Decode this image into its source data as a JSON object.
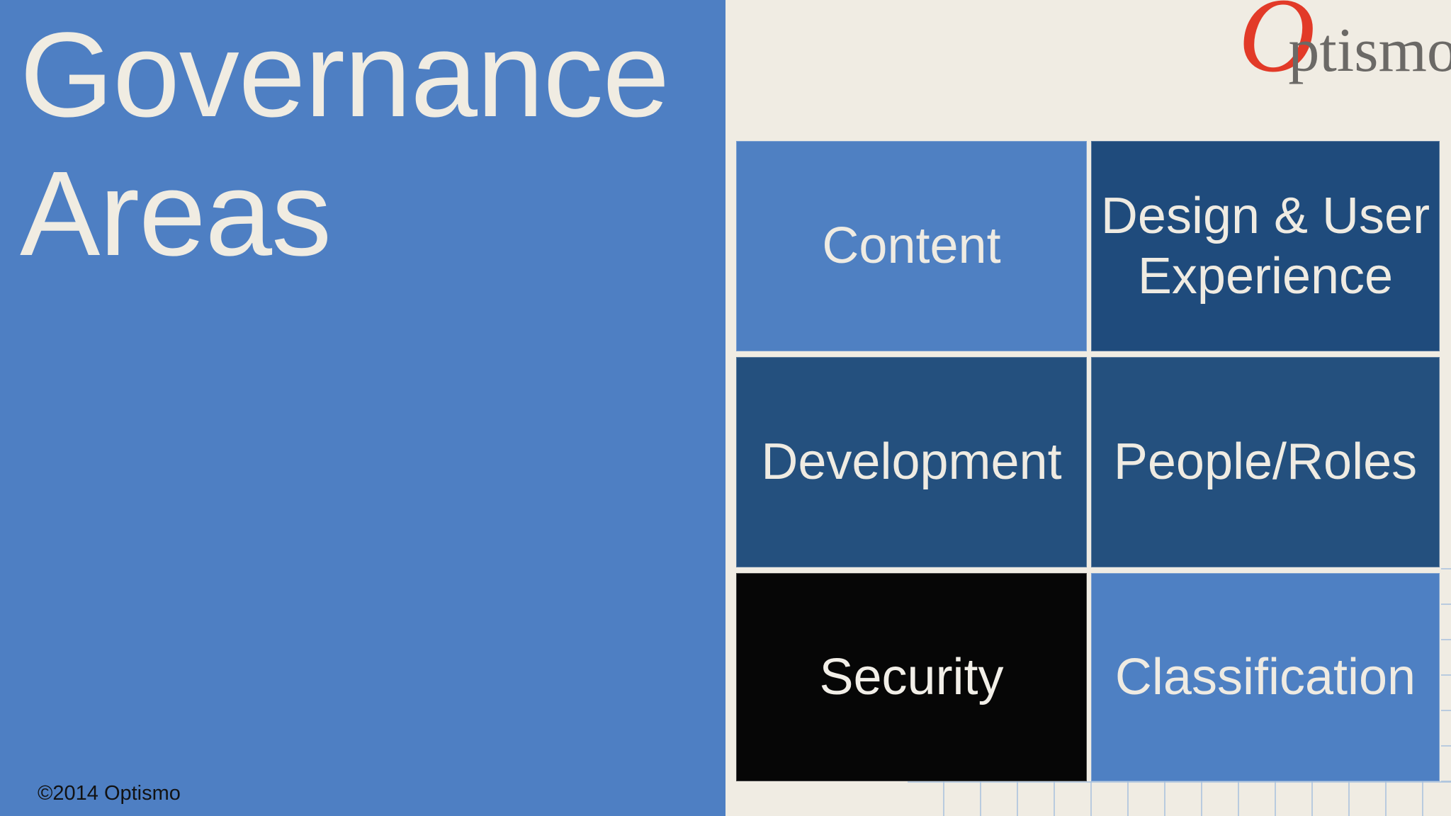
{
  "title": {
    "full": "Governance Areas",
    "line1": "Governance",
    "line2": "Areas"
  },
  "footer": {
    "copyright": "©2014 Optismo"
  },
  "logo": {
    "name": "Optismo",
    "initial": "O",
    "rest": "ptismo",
    "initial_color": "#e23a28",
    "text_color": "#6b6966"
  },
  "tiles": [
    {
      "id": "content",
      "label": "Content",
      "bg": "#4f80c2",
      "fg": "#efebe2"
    },
    {
      "id": "design-user-experience",
      "label": "Design & User Experience",
      "bg": "#1f4b7c",
      "fg": "#efebe2"
    },
    {
      "id": "development",
      "label": "Development",
      "bg": "#24507e",
      "fg": "#efebe2"
    },
    {
      "id": "people-roles",
      "label": "People/Roles",
      "bg": "#24507e",
      "fg": "#efebe2"
    },
    {
      "id": "security",
      "label": "Security",
      "bg": "#060606",
      "fg": "#f2efe8"
    },
    {
      "id": "classification",
      "label": "Classification",
      "bg": "#4e80c3",
      "fg": "#efebe2"
    }
  ],
  "colors": {
    "left_panel": "#4e7fc3",
    "background": "#f0ece3",
    "title_text": "#f0ece2",
    "copyright_text": "#121212",
    "watermark_grid_lines": "#a7c0de"
  }
}
